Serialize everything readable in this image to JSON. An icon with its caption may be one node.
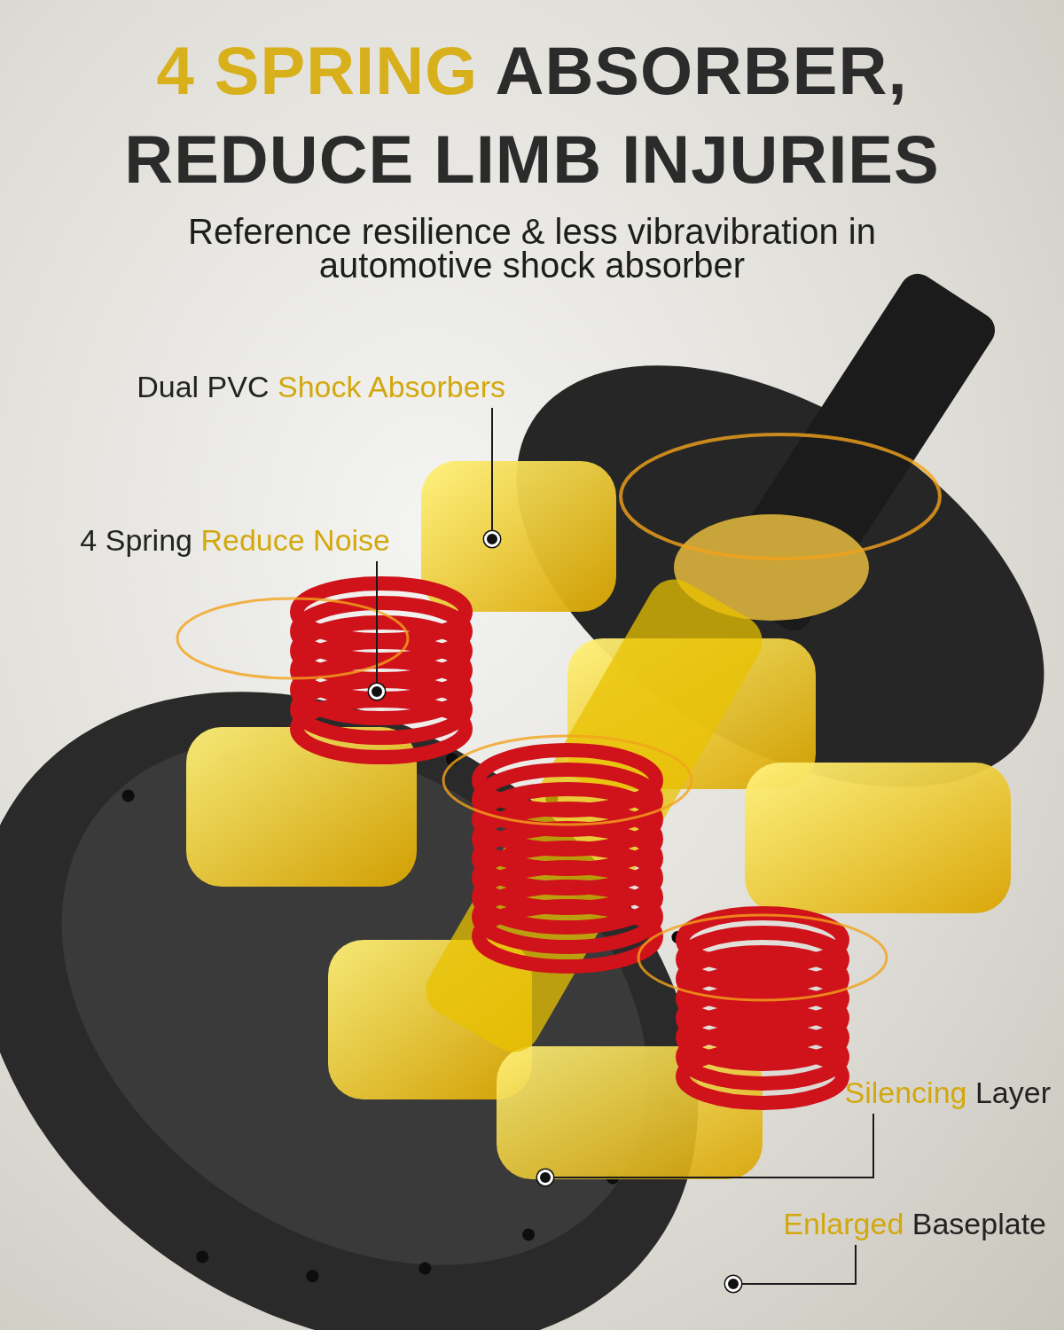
{
  "diagram": {
    "title": "**4 SPRING** ABSORBER, REDUCE LIMB INJURIES",
    "nodes": [
      {
        "text": [
          "Dual PVC **Shock Absorbers**"
        ]
      },
      {
        "text": [],
        "shape": "circle"
      },
      {
        "text": [
          "4 Spring **Reduce Noise**"
        ]
      },
      {
        "text": [],
        "shape": "circle"
      },
      {
        "text": [
          "**Silencing** Layer"
        ]
      },
      {
        "text": [],
        "shape": "circle"
      },
      {
        "text": [
          "**Enlarged** Baseplate"
        ]
      },
      {
        "text": [],
        "shape": "circle"
      }
    ],
    "edges": [
      {
        "from": 0,
        "to": 1,
        "arrow": "none"
      },
      {
        "from": 2,
        "to": 3,
        "arrow": "none"
      },
      {
        "from": 4,
        "to": 5,
        "arrow": "none"
      },
      {
        "from": 6,
        "to": 7,
        "arrow": "none"
      }
    ],
    "labels": [
      "Reference resilience & less vibravibration in automotive shock absorber"
    ]
  }
}
